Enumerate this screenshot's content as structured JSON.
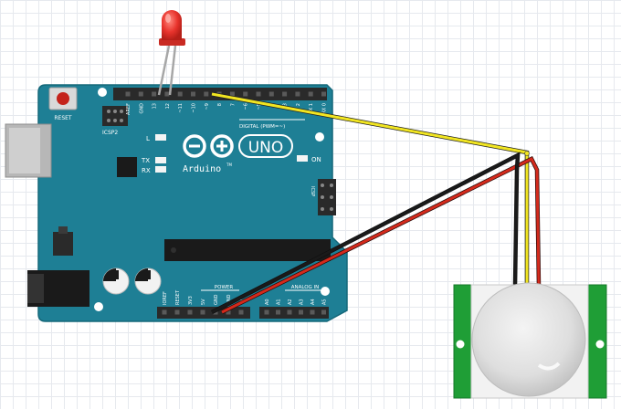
{
  "board": {
    "reset_label": "RESET",
    "icsp2_label": "ICSP2",
    "icsp_label": "ICSP",
    "led_l_label": "L",
    "led_tx_label": "TX",
    "led_rx_label": "RX",
    "logo_uno": "UNO",
    "logo_brand": "Arduino",
    "logo_tm": "TM",
    "on_label": "ON",
    "digital_label": "DIGITAL (PWM=~)",
    "power_label": "POWER",
    "analog_label": "ANALOG IN",
    "digital_pins": [
      "AREF",
      "GND",
      "13",
      "12",
      "~11",
      "~10",
      "~9",
      "8",
      "7",
      "~6",
      "~5",
      "4",
      "~3",
      "2",
      "TX 1",
      "RX 0"
    ],
    "power_pins": [
      "IOREF",
      "RESET",
      "3V3",
      "5V",
      "GND",
      "GND",
      "Vin"
    ],
    "analog_pins": [
      "A0",
      "A1",
      "A2",
      "A3",
      "A4",
      "A5"
    ]
  },
  "colors": {
    "board": "#1e7f95",
    "board_edge": "#15687a",
    "header": "#2a2a2a",
    "wire_signal": "#f1e521",
    "wire_power": "#d42a1c",
    "wire_ground": "#1a1a1a",
    "led": "#e8332c",
    "sensor_pcb": "#1f9e36",
    "sensor_dome": "#e4e4e4"
  },
  "icons": {
    "led": "red-led",
    "sensor": "pir-motion-sensor",
    "board": "arduino-uno"
  }
}
